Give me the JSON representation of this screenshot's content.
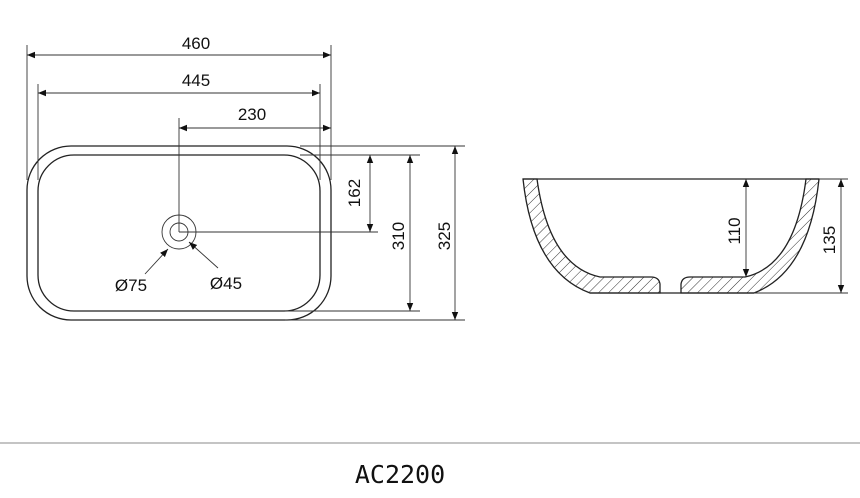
{
  "top_view": {
    "width_overall": "460",
    "width_inner": "445",
    "drain_offset_x": "230",
    "drain_offset_y": "162",
    "depth_inner": "310",
    "depth_overall": "325",
    "drain_outer_diameter": "Ø75",
    "drain_inner_diameter": "Ø45"
  },
  "section_view": {
    "inner_height": "110",
    "overall_height": "135"
  },
  "footer": {
    "model": "AC2200"
  },
  "colors": {
    "line": "#222222",
    "divider": "#888888"
  }
}
